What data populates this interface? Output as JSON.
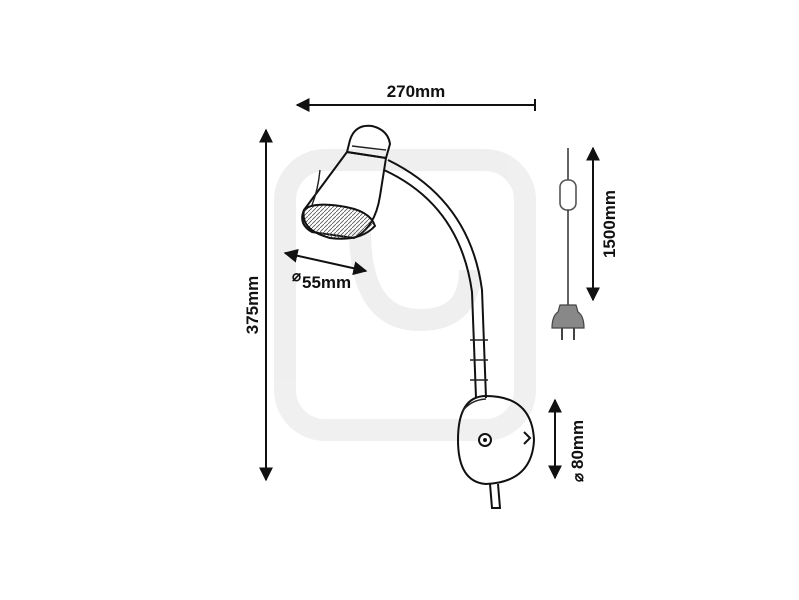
{
  "dimensions": {
    "width": "270mm",
    "height": "375mm",
    "shade_diameter": "55mm",
    "cable_length": "1500mm",
    "base_diameter": "80mm"
  },
  "diameter_symbol": "⌀"
}
